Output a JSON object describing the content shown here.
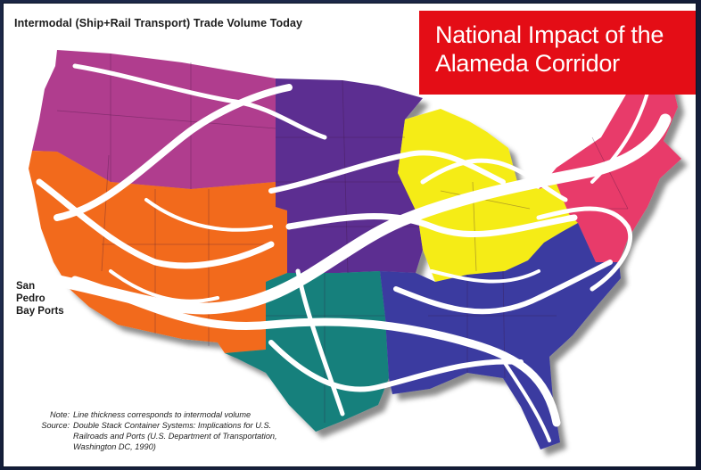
{
  "header": {
    "subtitle": "Intermodal (Ship+Rail Transport) Trade Volume Today",
    "title_line1": "National Impact of the",
    "title_line2": "Alameda Corridor"
  },
  "ports_label": {
    "line1": "San",
    "line2": "Pedro",
    "line3": "Bay Ports"
  },
  "note": {
    "note_label": "Note:",
    "note_text": "Line thickness corresponds to intermodal volume",
    "source_label": "Source:",
    "source_text": "Double Stack Container Systems: Implications for U.S. Railroads and Ports (U.S. Department of Transportation, Washington DC, 1990)"
  },
  "colors": {
    "background": "#1d2a4a",
    "banner": "#e40d16",
    "northwest": "#b03d8e",
    "southwest": "#f26a1b",
    "north_central": "#5b2e91",
    "south_central": "#12807c",
    "great_lakes": "#f5ec17",
    "northeast": "#e83a6a",
    "southeast": "#3a3ba0",
    "corridor_lines": "#ffffff"
  },
  "regions": [
    {
      "name": "northwest",
      "color_key": "northwest"
    },
    {
      "name": "southwest",
      "color_key": "southwest"
    },
    {
      "name": "north-central",
      "color_key": "north_central"
    },
    {
      "name": "south-central",
      "color_key": "south_central"
    },
    {
      "name": "great-lakes",
      "color_key": "great_lakes"
    },
    {
      "name": "northeast",
      "color_key": "northeast"
    },
    {
      "name": "southeast",
      "color_key": "southeast"
    }
  ]
}
